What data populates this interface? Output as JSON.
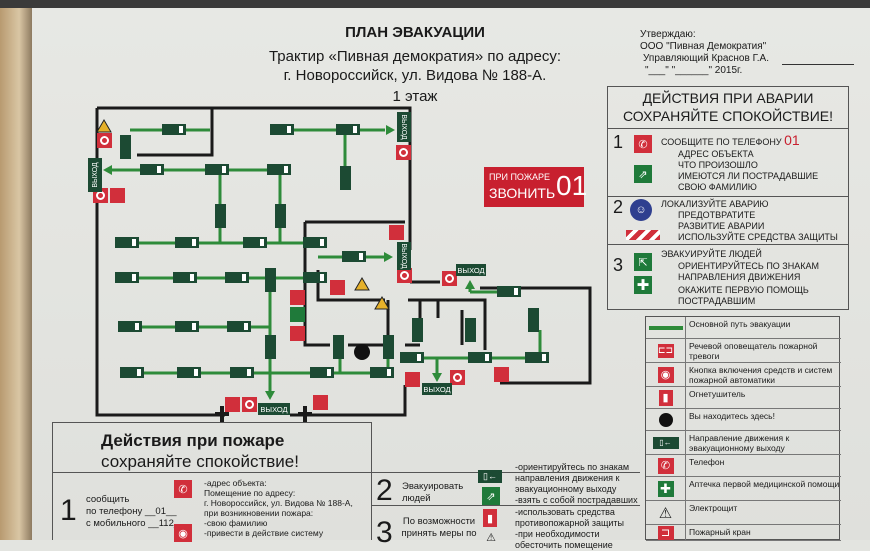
{
  "header": {
    "title": "ПЛАН ЭВАКУАЦИИ",
    "line1": "Трактир «Пивная демократия» по адресу:",
    "line2": "г. Новороссийск,  ул. Видова № 188-А.",
    "floor": "1 этаж"
  },
  "approval": {
    "line1": "Утверждаю:",
    "line2": "ООО \"Пивная Демократия\"",
    "line3": "Управляющий  Краснов Г.А.",
    "line4": "\"___\" \"______\" 2015г."
  },
  "plan": {
    "exit_label": "ВЫХОД",
    "fire_sign": {
      "line1": "ПРИ ПОЖАРЕ",
      "line2": "ЗВОНИТЬ",
      "number": "01"
    }
  },
  "accident": {
    "title1": "ДЕЙСТВИЯ ПРИ АВАРИИ",
    "title2": "СОХРАНЯЙТЕ СПОКОЙСТВИЕ!",
    "steps": [
      {
        "num": "1",
        "head": "СООБЩИТЕ ПО ТЕЛЕФОНУ",
        "phone": "01",
        "items": [
          "АДРЕС ОБЪЕКТА",
          "ЧТО ПРОИЗОШЛО",
          "ИМЕЮТСЯ ЛИ ПОСТРАДАВШИЕ",
          "СВОЮ ФАМИЛИЮ"
        ]
      },
      {
        "num": "2",
        "head": "ЛОКАЛИЗУЙТЕ АВАРИЮ",
        "items": [
          "ПРЕДОТВРАТИТЕ РАЗВИТИЕ АВАРИИ",
          "ИСПОЛЬЗУЙТЕ СРЕДСТВА ЗАЩИТЫ"
        ]
      },
      {
        "num": "3",
        "head": "ЭВАКУИРУЙТЕ ЛЮДЕЙ",
        "items": [
          "ОРИЕНТИРУЙТЕСЬ ПО ЗНАКАМ НАПРАВЛЕНИЯ ДВИЖЕНИЯ",
          "ОКАЖИТЕ ПЕРВУЮ ПОМОЩЬ ПОСТРАДАВШИМ"
        ]
      }
    ]
  },
  "legend": [
    {
      "icon": "evacuation-path",
      "label": "Основной путь эвакуации"
    },
    {
      "icon": "fire-alarm-speaker",
      "label": "Речевой оповещатель пожарной тревоги"
    },
    {
      "icon": "fire-button",
      "label": "Кнопка включения средств и систем пожарной автоматики"
    },
    {
      "icon": "extinguisher",
      "label": "Огнетушитель"
    },
    {
      "icon": "you-are-here",
      "label": "Вы находитесь здесь!"
    },
    {
      "icon": "exit-direction",
      "label": "Направление движения к эвакуационному выходу"
    },
    {
      "icon": "phone",
      "label": "Телефон"
    },
    {
      "icon": "first-aid",
      "label": "Аптечка первой медицинской помощи"
    },
    {
      "icon": "electrical-panel",
      "label": "Электрощит"
    },
    {
      "icon": "fire-hydrant",
      "label": "Пожарный кран"
    }
  ],
  "fire_actions": {
    "title1": "Действия при пожаре",
    "title2": "сохраняйте спокойствие!",
    "step1": {
      "num": "1",
      "l1": "сообщить",
      "l2": "по телефону  __01__",
      "l3": "с мобильного  __112__",
      "details": [
        "-адрес объекта:",
        "Помещение по адресу:",
        "г. Новороссийск,  ул. Видова № 188-А,",
        "при возникновении пожара:",
        "-свою фамилию",
        "-привести в действие систему"
      ]
    },
    "step2": {
      "num": "2",
      "label": "Эвакуировать людей",
      "details": [
        "-ориентируйтесь по знакам",
        "направления движения к",
        "эвакуационному выходу",
        "-взять с собой пострадавших"
      ]
    },
    "step3": {
      "num": "3",
      "label": "По возможности принять меры по",
      "details": [
        "-использовать средства",
        "противопожарной защиты",
        "-при необходимости",
        "обесточить помещение"
      ]
    }
  },
  "colors": {
    "path": "#2e8b3a",
    "sign_green": "#1c4a33",
    "red": "#d12f3b",
    "wall": "#1a1a1a"
  }
}
